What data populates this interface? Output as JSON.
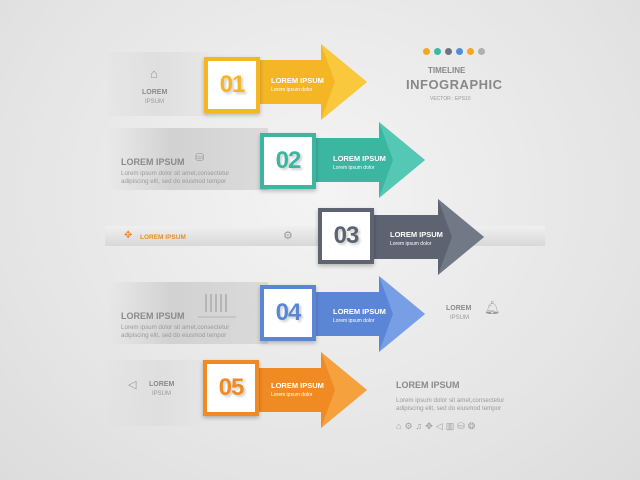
{
  "header": {
    "dots": [
      "#f5a623",
      "#3bb8a6",
      "#6d7480",
      "#4e8fd9",
      "#f5a623",
      "#b0b0b0"
    ],
    "title_line1": "TIMELINE",
    "title_line2": "INFOGRAPHIC",
    "vector_label": "VECTOR : EPS10"
  },
  "steps": [
    {
      "number": "01",
      "title": "LOREM IPSUM",
      "sub": "Lorem ipsum dolor",
      "color": "#f5b626"
    },
    {
      "number": "02",
      "title": "LOREM IPSUM",
      "sub": "Lorem ipsum dolor",
      "color": "#3bb6a1"
    },
    {
      "number": "03",
      "title": "LOREM IPSUM",
      "sub": "Lorem ipsum dolor",
      "color": "#5d6370"
    },
    {
      "number": "04",
      "title": "LOREM IPSUM",
      "sub": "Lorem ipsum dolor",
      "color": "#5b86d6"
    },
    {
      "number": "05",
      "title": "LOREM IPSUM",
      "sub": "Lorem ipsum dolor",
      "color": "#f08a22"
    }
  ],
  "side": {
    "s1": {
      "lorem": "LOREM",
      "ipsum": "IPSUM"
    },
    "s2": {
      "title": "LOREM IPSUM",
      "line1": "Lorem ipsum dolor sit amet,consectetur",
      "line2": "adipiscing elit, sed do eiusmod tempor"
    },
    "s3": {
      "label": "LOREM IPSUM"
    },
    "s4": {
      "title": "LOREM IPSUM",
      "line1": "Lorem ipsum dolor sit amet,consectetur",
      "line2": "adipiscing elit, sed do eiusmod tempor",
      "right_lorem": "LOREM",
      "right_ipsum": "IPSUM"
    },
    "s5": {
      "lorem": "LOREM",
      "ipsum": "IPSUM",
      "right_title": "LOREM IPSUM",
      "right_line1": "Lorem ipsum dolor sit amet,consectetur",
      "right_line2": "adipiscing elit, sed do eiusmod tempor"
    }
  },
  "icons": [
    "home-icon",
    "coins-icon",
    "network-icon",
    "gear-icon",
    "chart-bars-icon",
    "bell-icon",
    "megaphone-icon"
  ]
}
